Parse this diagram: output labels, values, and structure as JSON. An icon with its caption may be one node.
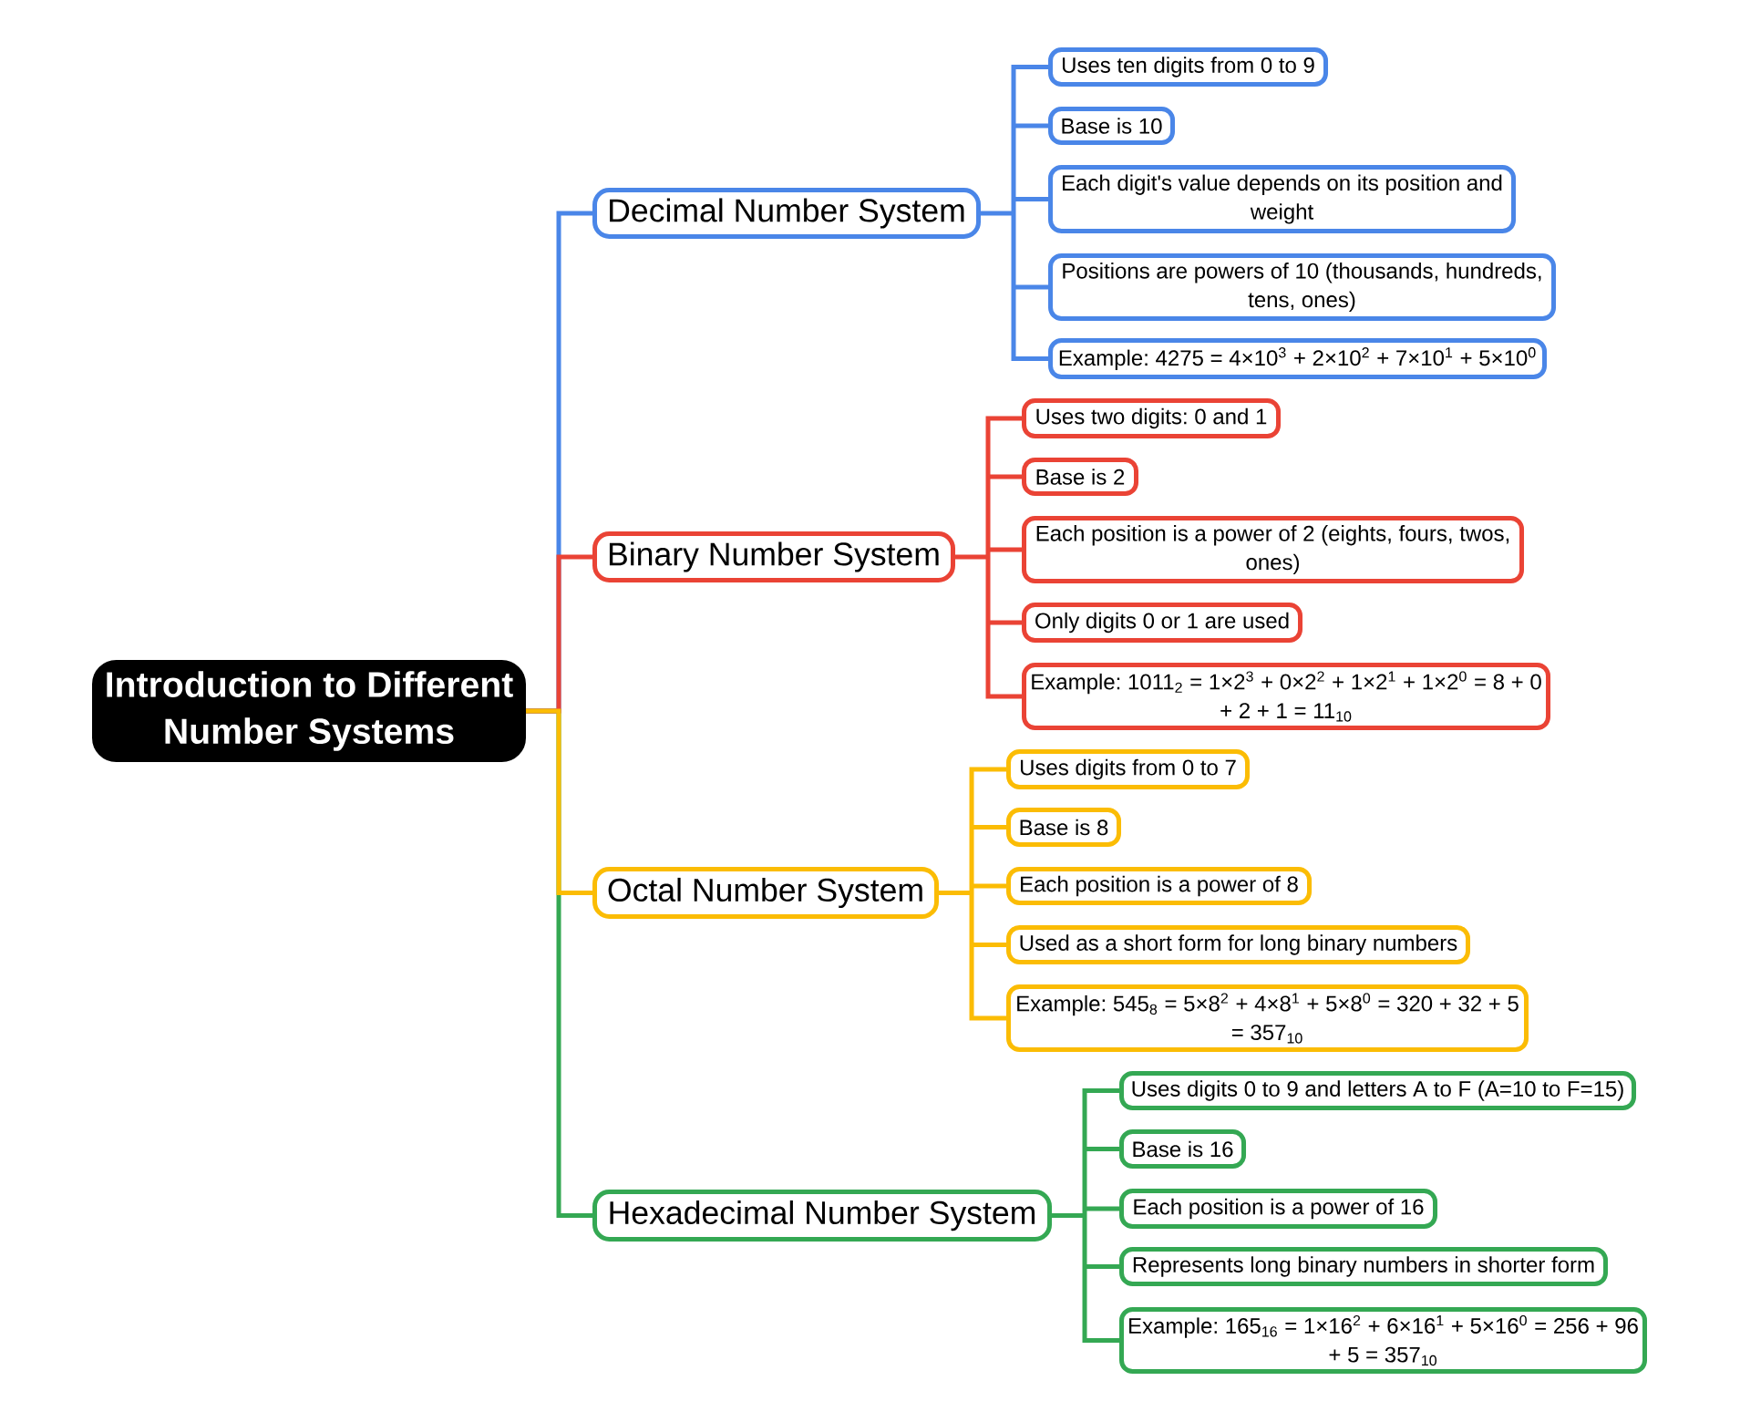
{
  "diagram": {
    "nodes": [
      {
        "text": [
          "Introduction to Different Number Systems"
        ]
      },
      {
        "text": [
          "Decimal Number System"
        ]
      },
      {
        "text": [
          "Uses ten digits from 0 to 9"
        ]
      },
      {
        "text": [
          "Base is 10"
        ]
      },
      {
        "text": [
          "Each digit's value depends on its position and weight"
        ]
      },
      {
        "text": [
          "Positions are powers of 10 (thousands, hundreds, tens, ones)"
        ]
      },
      {
        "text": [
          "Example: 4275 = 4×10$^{3}$ + 2×10$^{2}$ + 7×10$^{1}$ + 5×10$^{0}$"
        ]
      },
      {
        "text": [
          "Binary Number System"
        ]
      },
      {
        "text": [
          "Uses two digits: 0 and 1"
        ]
      },
      {
        "text": [
          "Base is 2"
        ]
      },
      {
        "text": [
          "Each position is a power of 2 (eights, fours, twos, ones)"
        ]
      },
      {
        "text": [
          "Only digits 0 or 1 are used"
        ]
      },
      {
        "text": [
          "Example: 1011$_{2}$ = 1×2$^{3}$ + 0×2$^{2}$ + 1×2$^{1}$ + 1×2$^{0}$ = 8 + 0 + 2 + 1 = 11$_{10}$"
        ]
      },
      {
        "text": [
          "Octal Number System"
        ]
      },
      {
        "text": [
          "Uses digits from 0 to 7"
        ]
      },
      {
        "text": [
          "Base is 8"
        ]
      },
      {
        "text": [
          "Each position is a power of 8"
        ]
      },
      {
        "text": [
          "Used as a short form for long binary numbers"
        ]
      },
      {
        "text": [
          "Example: 545$_{8}$ = 5×8$^{2}$ + 4×8$^{1}$ + 5×8$^{0}$ = 320 + 32 + 5 = 357$_{10}$"
        ]
      },
      {
        "text": [
          "Hexadecimal Number System"
        ]
      },
      {
        "text": [
          "Uses digits 0 to 9 and letters A to F (A=10 to F=15)"
        ]
      },
      {
        "text": [
          "Base is 16"
        ]
      },
      {
        "text": [
          "Each position is a power of 16"
        ]
      },
      {
        "text": [
          "Represents long binary numbers in shorter form"
        ]
      },
      {
        "text": [
          "Example: 165$_{16}$ = 1×16$^{2}$ + 6×16$^{1}$ + 5×16$^{0}$ = 256 + 96 + 5 = 357$_{10}$"
        ]
      }
    ],
    "edges": [
      {
        "from": 0,
        "to": 1,
        "arrow": "none",
        "color": "#4a86e8"
      },
      {
        "from": 1,
        "to": 2,
        "arrow": "none",
        "color": "#4a86e8"
      },
      {
        "from": 1,
        "to": 3,
        "arrow": "none",
        "color": "#4a86e8"
      },
      {
        "from": 1,
        "to": 4,
        "arrow": "none",
        "color": "#4a86e8"
      },
      {
        "from": 1,
        "to": 5,
        "arrow": "none",
        "color": "#4a86e8"
      },
      {
        "from": 1,
        "to": 6,
        "arrow": "none",
        "color": "#4a86e8"
      },
      {
        "from": 0,
        "to": 7,
        "arrow": "none",
        "color": "#ea4335"
      },
      {
        "from": 7,
        "to": 8,
        "arrow": "none",
        "color": "#ea4335"
      },
      {
        "from": 7,
        "to": 9,
        "arrow": "none",
        "color": "#ea4335"
      },
      {
        "from": 7,
        "to": 10,
        "arrow": "none",
        "color": "#ea4335"
      },
      {
        "from": 7,
        "to": 11,
        "arrow": "none",
        "color": "#ea4335"
      },
      {
        "from": 7,
        "to": 12,
        "arrow": "none",
        "color": "#ea4335"
      },
      {
        "from": 0,
        "to": 13,
        "arrow": "none",
        "color": "#fbbc04"
      },
      {
        "from": 13,
        "to": 14,
        "arrow": "none",
        "color": "#fbbc04"
      },
      {
        "from": 13,
        "to": 15,
        "arrow": "none",
        "color": "#fbbc04"
      },
      {
        "from": 13,
        "to": 16,
        "arrow": "none",
        "color": "#fbbc04"
      },
      {
        "from": 13,
        "to": 17,
        "arrow": "none",
        "color": "#fbbc04"
      },
      {
        "from": 13,
        "to": 18,
        "arrow": "none",
        "color": "#fbbc04"
      },
      {
        "from": 0,
        "to": 19,
        "arrow": "none",
        "color": "#34a853"
      },
      {
        "from": 19,
        "to": 20,
        "arrow": "none",
        "color": "#34a853"
      },
      {
        "from": 19,
        "to": 21,
        "arrow": "none",
        "color": "#34a853"
      },
      {
        "from": 19,
        "to": 22,
        "arrow": "none",
        "color": "#34a853"
      },
      {
        "from": 19,
        "to": 23,
        "arrow": "none",
        "color": "#34a853"
      },
      {
        "from": 19,
        "to": 24,
        "arrow": "none",
        "color": "#34a853"
      }
    ]
  }
}
